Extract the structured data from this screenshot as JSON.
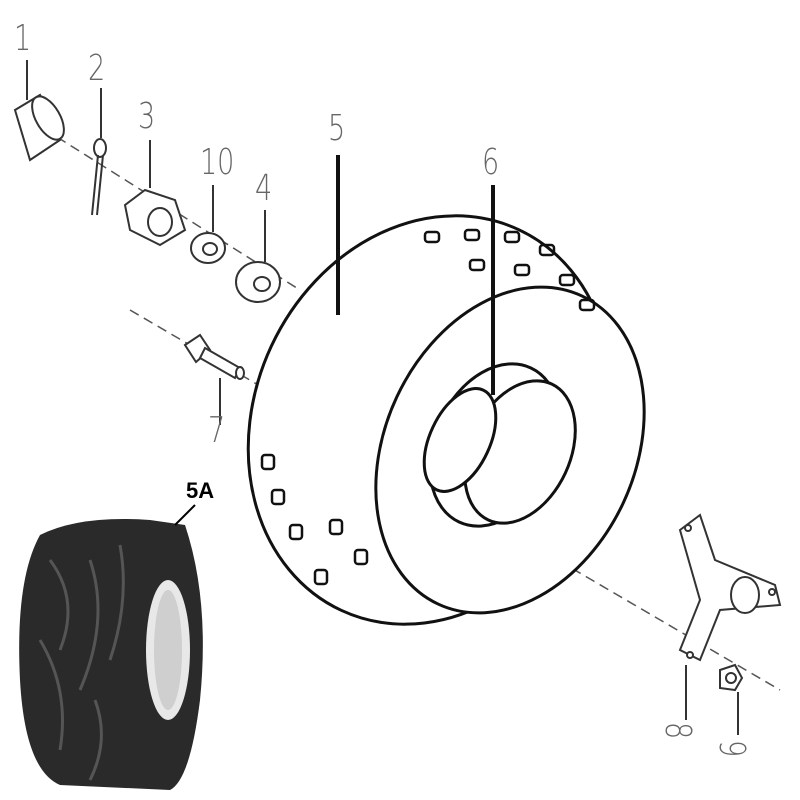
{
  "labels": {
    "p1": "1",
    "p2": "2",
    "p3": "3",
    "p10": "10",
    "p4": "4",
    "p5": "5",
    "p6": "6",
    "p7": "7",
    "p5a": "5A",
    "p8": "8",
    "p9": "9"
  }
}
